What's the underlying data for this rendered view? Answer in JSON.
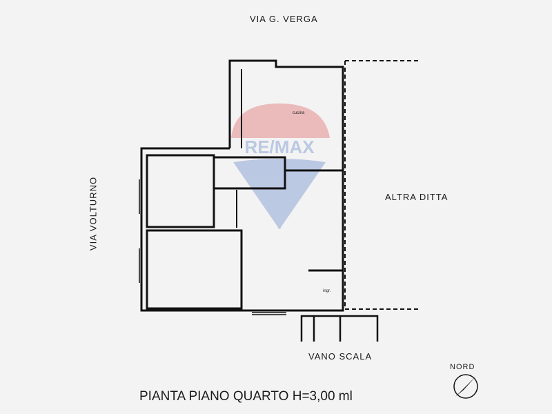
{
  "plan": {
    "title": "PIANTA PIANO QUARTO H=3,00 ml",
    "streets": {
      "north": "VIA G. VERGA",
      "west": "VIA VOLTURNO"
    },
    "neighbours": {
      "east": "ALTRA DITTA",
      "south": "VANO SCALA"
    },
    "compass": "NORD",
    "room_labels": [
      "cucina",
      "ingr."
    ]
  },
  "watermark": {
    "brand": "RE/MAX",
    "colors": {
      "red": "#e8a0a0",
      "blue": "#9fb3d8"
    }
  }
}
